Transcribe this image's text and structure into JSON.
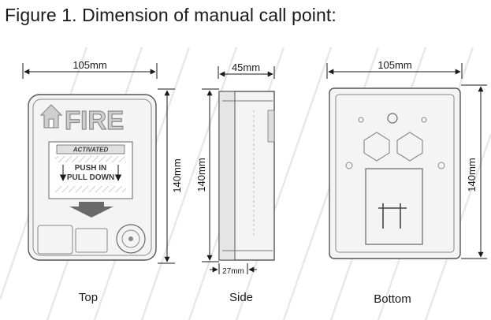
{
  "figure": {
    "title": "Figure 1. Dimension of manual call point:"
  },
  "views": {
    "top": {
      "caption": "Top",
      "width_label": "105mm",
      "height_label": "140mm",
      "front_panel": {
        "brand": "FIRE",
        "status": "ACTIVATED",
        "instruction_line_1": "PUSH  IN",
        "instruction_line_2": "PULL DOWN"
      }
    },
    "side": {
      "caption": "Side",
      "width_label": "45mm",
      "height_label": "140mm",
      "depth_label": "27mm"
    },
    "bottom": {
      "caption": "Bottom",
      "width_label": "105mm",
      "height_label": "140mm"
    }
  },
  "colors": {
    "line": "#1a1a1a",
    "watermark": "#e6e6e6",
    "device_outline": "#555555",
    "device_fill": "#f4f4f4"
  }
}
